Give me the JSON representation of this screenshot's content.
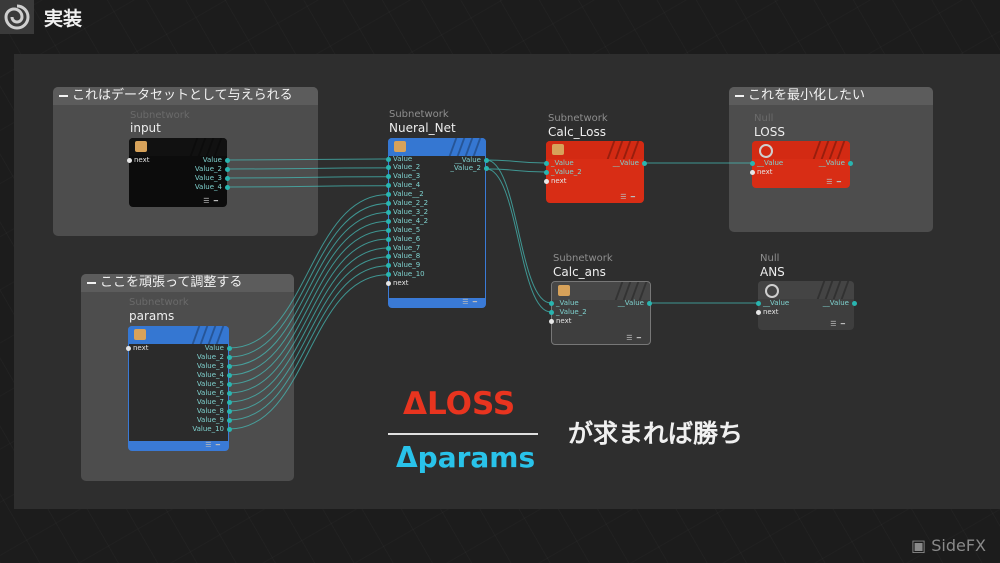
{
  "header": {
    "title": "実装"
  },
  "netboxes": [
    {
      "label": "これはデータセットとして与えられる"
    },
    {
      "label": "ここを頑張って調整する"
    },
    {
      "label": "これを最小化したい"
    }
  ],
  "nodes": {
    "input": {
      "type": "Subnetwork",
      "name": "input",
      "ports_in": [
        "next"
      ],
      "ports_out": [
        "Value",
        "Value_2",
        "Value_3",
        "Value_4"
      ]
    },
    "params": {
      "type": "Subnetwork",
      "name": "params",
      "ports_in": [
        "next"
      ],
      "ports_out": [
        "Value",
        "Value_2",
        "Value_3",
        "Value_4",
        "Value_5",
        "Value_6",
        "Value_7",
        "Value_8",
        "Value_9",
        "Value_10"
      ]
    },
    "nueral": {
      "type": "Subnetwork",
      "name": "Nueral_Net",
      "ports_in": [
        "Value",
        "Value_2",
        "Value_3",
        "Value_4",
        "Value__2",
        "Value_2_2",
        "Value_3_2",
        "Value_4_2",
        "Value_5",
        "Value_6",
        "Value_7",
        "Value_8",
        "Value_9",
        "Value_10",
        "next"
      ],
      "ports_out": [
        "__Value",
        "_Value_2"
      ]
    },
    "calc_loss": {
      "type": "Subnetwork",
      "name": "Calc_Loss",
      "ports_in": [
        "_Value",
        "_Value_2",
        "next"
      ],
      "ports_out": [
        "__Value"
      ]
    },
    "calc_ans": {
      "type": "Subnetwork",
      "name": "Calc_ans",
      "ports_in": [
        "_Value",
        "_Value_2",
        "next"
      ],
      "ports_out": [
        "__Value"
      ]
    },
    "loss": {
      "type": "Null",
      "name": "LOSS",
      "ports_in": [
        "__Value",
        "next"
      ],
      "ports_out": [
        "__Value"
      ]
    },
    "ans": {
      "type": "Null",
      "name": "ANS",
      "ports_in": [
        "__Value",
        "next"
      ],
      "ports_out": [
        "__Value"
      ]
    }
  },
  "equation": {
    "numerator": "ΔLOSS",
    "denominator": "Δparams",
    "caption": "が求まれば勝ち"
  },
  "brand": {
    "logo_text": "SideFX"
  },
  "colors": {
    "blue_node": "#3a7ad6",
    "red_node": "#d82d15",
    "black_node": "#0c0c0c",
    "gray_node": "#3e3e3e",
    "wire": "#45b9b4"
  }
}
